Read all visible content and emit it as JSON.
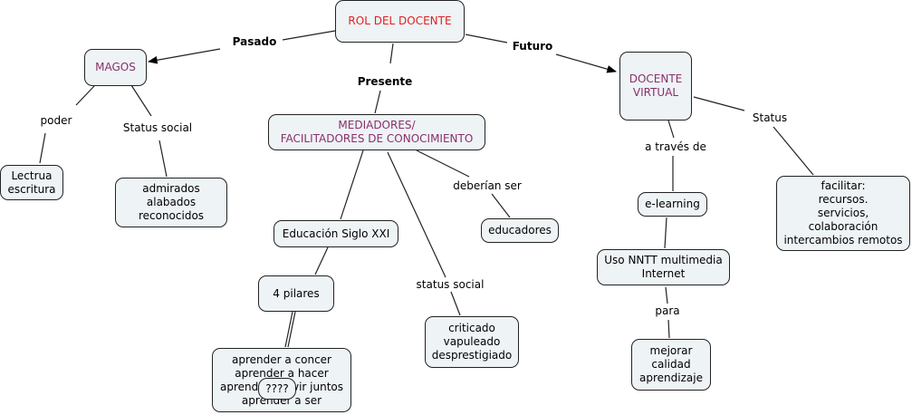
{
  "colors": {
    "node_fill": "#eef3f6",
    "node_border": "#222222",
    "root_text": "#e02020",
    "main_text": "#8a2f6a",
    "line": "#222222"
  },
  "nodes": {
    "root": "ROL DEL DOCENTE",
    "magos": "MAGOS",
    "mediadores": "MEDIADORES/\nFACILITADORES DE CONOCIMIENTO",
    "docente_virtual": "DOCENTE\nVIRTUAL",
    "lectrua": "Lectrua\nescritura",
    "admirados": "admirados\nalabados\nreconocidos",
    "educacion": "Educación Siglo XXI",
    "pilares": "4 pilares",
    "aprender": "aprender a concer\naprender a hacer\naprender a vivir juntos\naprender a ser",
    "interrogantes": "????",
    "educadores": "educadores",
    "criticado": "criticado\nvapuleado\ndesprestigiado",
    "elearning": "e-learning",
    "nntt": "Uso NNTT multimedia\nInternet",
    "mejorar": "mejorar\ncalidad\naprendizaje",
    "facilitar": "facilitar:\nrecursos.\nservicios,\ncolaboración\nintercambios remotos"
  },
  "links": {
    "pasado": "Pasado",
    "presente": "Presente",
    "futuro": "Futuro",
    "poder": "poder",
    "status_social_magos": "Status social",
    "deberian_ser": "deberían ser",
    "status_social_med": "status social",
    "a_traves_de": "a través de",
    "status": "Status",
    "para": "para"
  }
}
